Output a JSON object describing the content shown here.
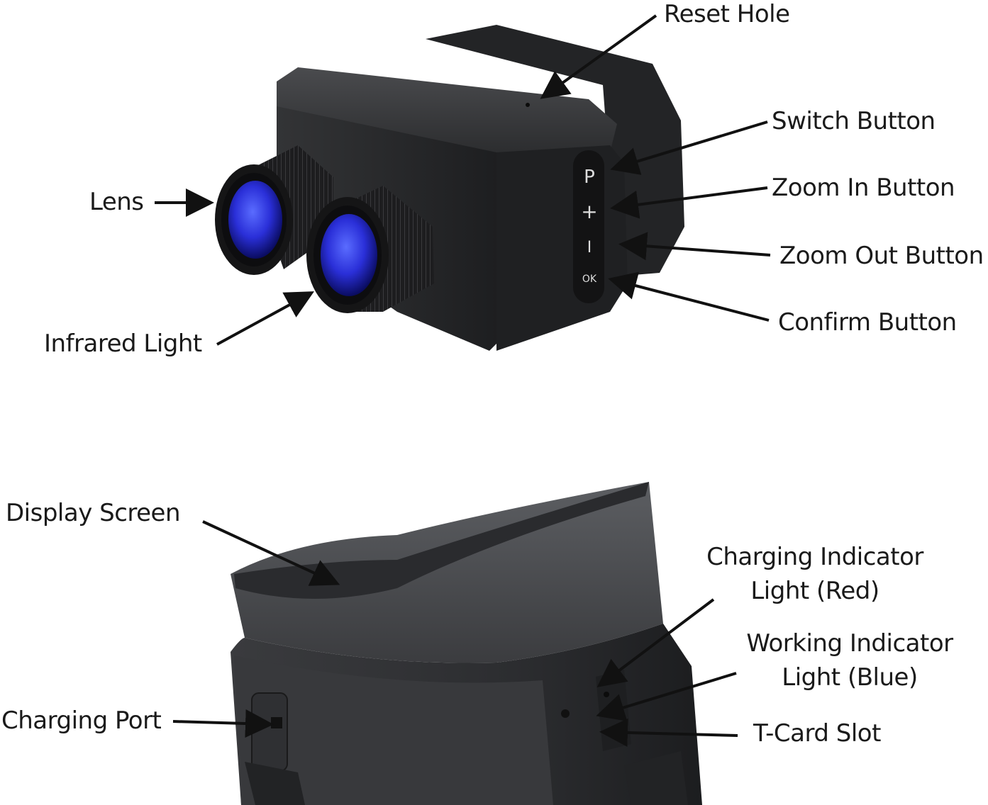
{
  "labels": {
    "reset_hole": "Reset Hole",
    "switch_button": "Switch Button",
    "zoom_in_button": "Zoom In Button",
    "zoom_out_button": "Zoom Out Button",
    "confirm_button": "Confirm Button",
    "lens": "Lens",
    "infrared_light": "Infrared Light",
    "display_screen": "Display Screen",
    "charging_indicator_line1": "Charging Indicator",
    "charging_indicator_line2": "Light (Red)",
    "working_indicator_line1": "Working Indicator",
    "working_indicator_line2": "Light (Blue)",
    "charging_port": "Charging Port",
    "t_card_slot": "T-Card Slot"
  },
  "buttons": {
    "switch": "P",
    "zoom_in": "+",
    "zoom_out": "I",
    "confirm": "OK"
  },
  "colors": {
    "lens_blue": "#2a2fd8",
    "body": "#2a2b2d",
    "arrow": "#111111"
  }
}
